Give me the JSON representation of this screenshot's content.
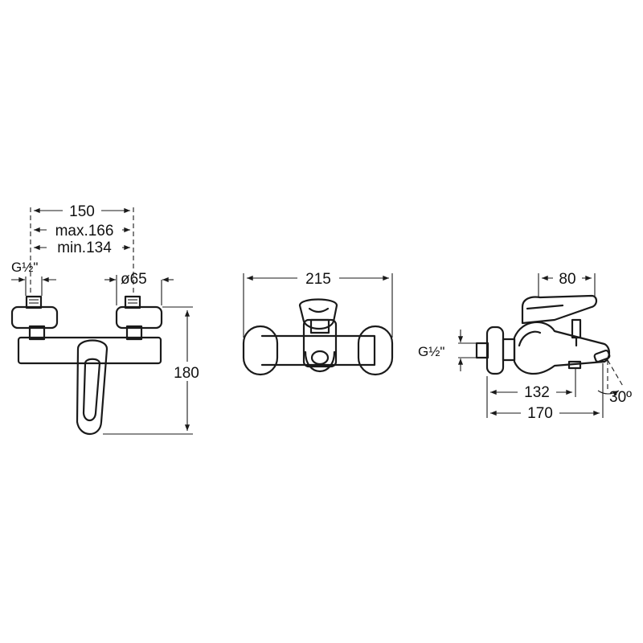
{
  "colors": {
    "line": "#1a1a1a",
    "background": "#ffffff"
  },
  "front_view": {
    "width_nominal": "150",
    "width_max": "max.166",
    "width_min": "min.134",
    "thread": "G½\"",
    "escutcheon_dia": "ø65",
    "height": "180"
  },
  "top_view": {
    "overall_width": "215"
  },
  "side_view": {
    "thread": "G½\"",
    "lever_reach": "80",
    "spout_base": "132",
    "overall_depth": "170",
    "spout_angle": "30º"
  }
}
